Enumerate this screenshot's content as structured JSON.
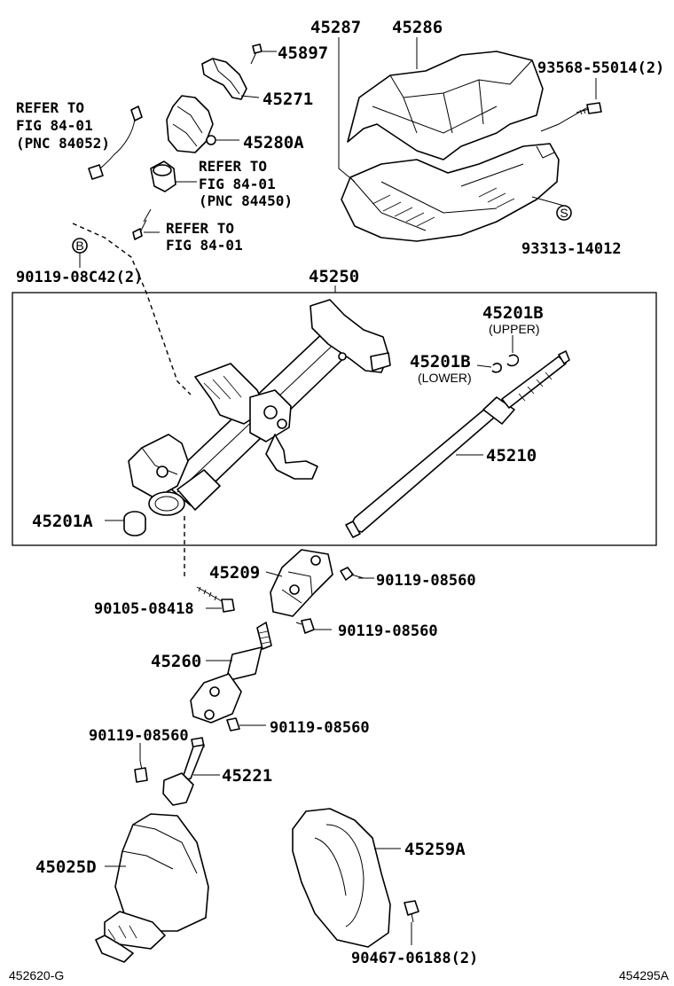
{
  "labels": {
    "p45287": "45287",
    "p45286": "45286",
    "p45897": "45897",
    "p45271": "45271",
    "p45280A": "45280A",
    "p93568": "93568-55014(2)",
    "p93313": "93313-14012",
    "p90119_08C42": "90119-08C42(2)",
    "p45250": "45250",
    "p45201B_upper": "45201B",
    "upper": "(UPPER)",
    "p45201B_lower": "45201B",
    "lower": "(LOWER)",
    "p45210": "45210",
    "p45201A": "45201A",
    "p45209": "45209",
    "p90119_08560_a": "90119-08560",
    "p90105_08418": "90105-08418",
    "p90119_08560_b": "90119-08560",
    "p45260": "45260",
    "p90119_08560_c": "90119-08560",
    "p90119_08560_d": "90119-08560",
    "p45221": "45221",
    "p45025D": "45025D",
    "p45259A": "45259A",
    "p90467": "90467-06188(2)"
  },
  "refer1": {
    "line1": "REFER TO",
    "line2": "FIG 84-01",
    "line3": "(PNC 84052)"
  },
  "refer2": {
    "line1": "REFER TO",
    "line2": "FIG 84-01",
    "line3": "(PNC 84450)"
  },
  "refer3": {
    "line1": "REFER TO",
    "line2": "FIG 84-01"
  },
  "markers": {
    "b": "B",
    "s": "S"
  },
  "footer": {
    "left": "452620-G",
    "right": "454295A"
  }
}
